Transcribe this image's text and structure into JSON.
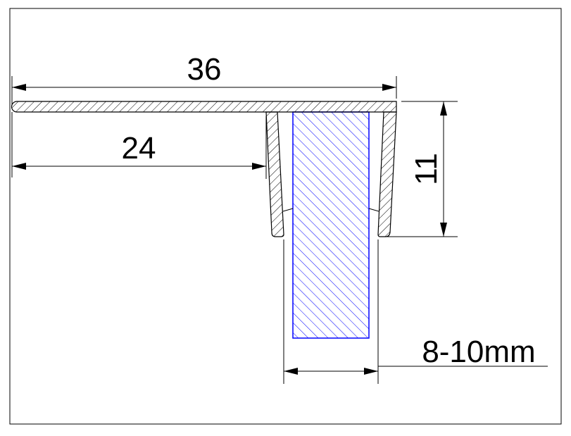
{
  "dimensions": {
    "total_width": "36",
    "flange_width": "24",
    "height": "11",
    "glass_thickness": "8-10mm"
  },
  "colors": {
    "profile": "#000000",
    "glass": "#0000ff"
  }
}
